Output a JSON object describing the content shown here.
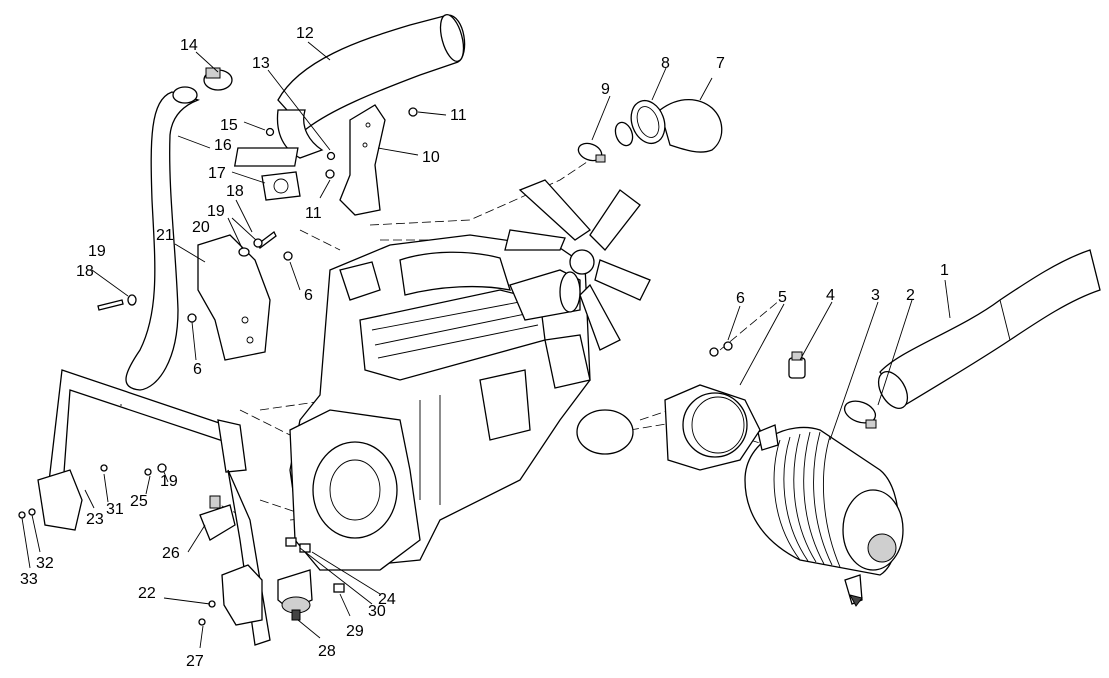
{
  "diagram": {
    "callouts": [
      {
        "id": "c1",
        "label": "1"
      },
      {
        "id": "c2",
        "label": "2"
      },
      {
        "id": "c3",
        "label": "3"
      },
      {
        "id": "c4",
        "label": "4"
      },
      {
        "id": "c5",
        "label": "5"
      },
      {
        "id": "c6a",
        "label": "6"
      },
      {
        "id": "c6b",
        "label": "6"
      },
      {
        "id": "c6c",
        "label": "6"
      },
      {
        "id": "c7",
        "label": "7"
      },
      {
        "id": "c8",
        "label": "8"
      },
      {
        "id": "c9",
        "label": "9"
      },
      {
        "id": "c10",
        "label": "10"
      },
      {
        "id": "c11a",
        "label": "11"
      },
      {
        "id": "c11b",
        "label": "11"
      },
      {
        "id": "c12",
        "label": "12"
      },
      {
        "id": "c13",
        "label": "13"
      },
      {
        "id": "c14",
        "label": "14"
      },
      {
        "id": "c15",
        "label": "15"
      },
      {
        "id": "c16",
        "label": "16"
      },
      {
        "id": "c17",
        "label": "17"
      },
      {
        "id": "c18a",
        "label": "18"
      },
      {
        "id": "c18b",
        "label": "18"
      },
      {
        "id": "c19a",
        "label": "19"
      },
      {
        "id": "c19b",
        "label": "19"
      },
      {
        "id": "c19c",
        "label": "19"
      },
      {
        "id": "c20",
        "label": "20"
      },
      {
        "id": "c21",
        "label": "21"
      },
      {
        "id": "c22",
        "label": "22"
      },
      {
        "id": "c23",
        "label": "23"
      },
      {
        "id": "c24",
        "label": "24"
      },
      {
        "id": "c25",
        "label": "25"
      },
      {
        "id": "c26",
        "label": "26"
      },
      {
        "id": "c27",
        "label": "27"
      },
      {
        "id": "c28",
        "label": "28"
      },
      {
        "id": "c29",
        "label": "29"
      },
      {
        "id": "c30",
        "label": "30"
      },
      {
        "id": "c31",
        "label": "31"
      },
      {
        "id": "c32",
        "label": "32"
      },
      {
        "id": "c33",
        "label": "33"
      }
    ]
  }
}
